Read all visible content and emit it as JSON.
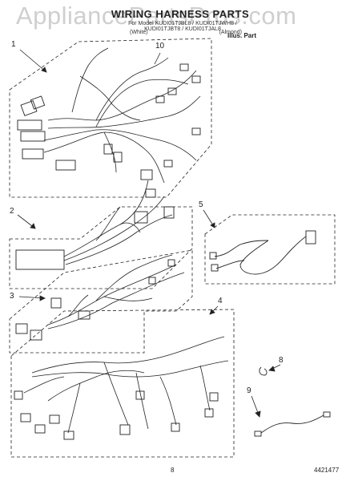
{
  "watermark": "AppliancePartsPros.com",
  "header": {
    "title": "WIRING HARNESS PARTS",
    "subtitle": "For Model KUDI01TJBL8 / KUDI01TJWH8 / KUDI01TJBT8 / KUDI01TJAL8",
    "variants": [
      "(White)",
      "(Almond)"
    ],
    "illus_part_label": "Illus.   Part"
  },
  "callouts": [
    "1",
    "10",
    "2",
    "5",
    "3",
    "4",
    "8",
    "9"
  ],
  "footer": {
    "page_number": "8",
    "doc_number": "4421477"
  }
}
